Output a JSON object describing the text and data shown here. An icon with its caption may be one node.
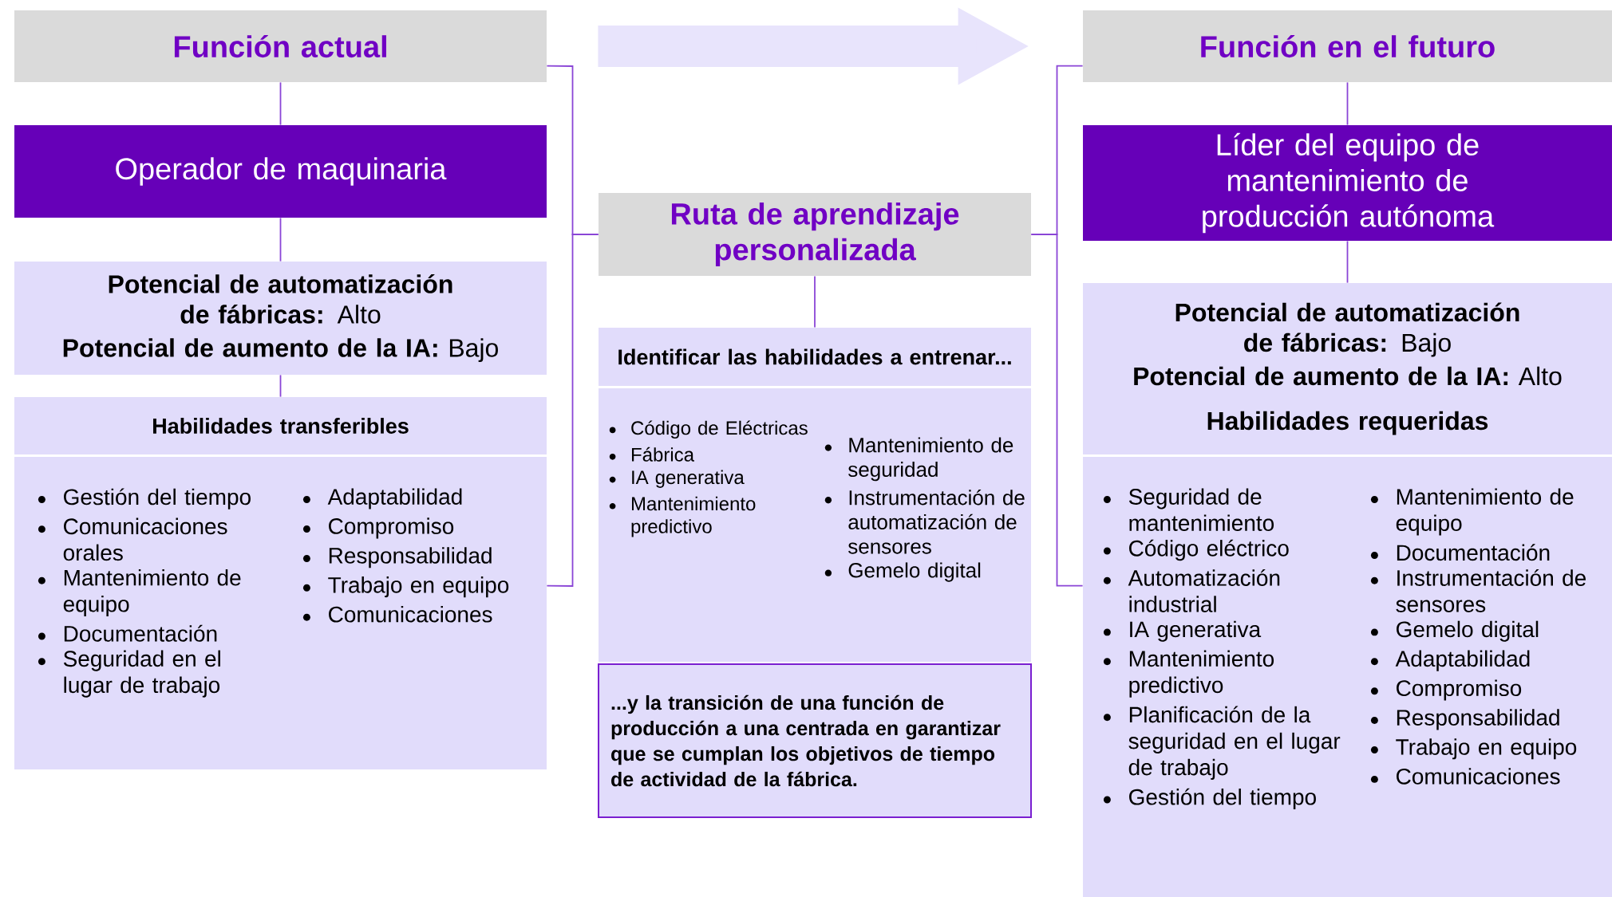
{
  "diagram": {
    "nodes": [
      {
        "text": [
          "Función actual"
        ]
      },
      {
        "text": [
          "Operador de maquinaria"
        ]
      },
      {
        "text": [
          "**Potencial de automatización de fábricas:** Alto",
          "**Potencial de aumento de la IA:** Bajo"
        ]
      },
      {
        "text": [
          "Habilidades transferibles"
        ]
      },
      {
        "text": [
          "Gestión del tiempo",
          "Comunicaciones orales",
          "Mantenimiento de equipo",
          "Documentación",
          "Seguridad en el lugar de trabajo",
          "Adaptabilidad",
          "Compromiso",
          "Responsabilidad",
          "Trabajo en equipo",
          "Comunicaciones"
        ]
      },
      {
        "text": [
          "Ruta de aprendizaje personalizada"
        ]
      },
      {
        "text": [
          "Identificar las habilidades a entrenar..."
        ]
      },
      {
        "text": [
          "Código de Eléctricas",
          "Fábrica",
          "IA generativa",
          "Mantenimiento predictivo",
          "Mantenimiento de seguridad",
          "Instrumentación de automatización de sensores",
          "Gemelo digital"
        ]
      },
      {
        "text": [
          "...y la transición de una función de producción a una centrada en garantizar que se cumplan los objetivos de tiempo de actividad de la fábrica."
        ]
      },
      {
        "text": [
          "Función en el futuro"
        ]
      },
      {
        "text": [
          "Líder del equipo de mantenimiento de producción autónoma"
        ]
      },
      {
        "text": [
          "**Potencial de automatización de fábricas:** Bajo",
          "**Potencial de aumento de la IA:** Alto",
          "Habilidades requeridas"
        ]
      },
      {
        "text": [
          "Seguridad de mantenimiento",
          "Código eléctrico",
          "Automatización industrial",
          "IA generativa",
          "Mantenimiento predictivo",
          "Planificación de la seguridad en el lugar de trabajo",
          "Gestión del tiempo",
          "Mantenimiento de equipo",
          "Documentación",
          "Instrumentación de sensores",
          "Gemelo digital",
          "Adaptabilidad",
          "Compromiso",
          "Responsabilidad",
          "Trabajo en equipo",
          "Comunicaciones"
        ]
      }
    ],
    "edges": [
      {
        "from": 0,
        "to": 1,
        "arrow": "none"
      },
      {
        "from": 1,
        "to": 2,
        "arrow": "none"
      },
      {
        "from": 2,
        "to": 3,
        "arrow": "none"
      },
      {
        "from": 5,
        "to": 6,
        "arrow": "none"
      },
      {
        "from": 9,
        "to": 10,
        "arrow": "none"
      },
      {
        "from": 10,
        "to": 11,
        "arrow": "none"
      },
      {
        "from": 0,
        "to": 5,
        "arrow": "none"
      },
      {
        "from": 4,
        "to": 5,
        "arrow": "none"
      },
      {
        "from": 5,
        "to": 9,
        "arrow": "none"
      },
      {
        "from": 5,
        "to": 12,
        "arrow": "none"
      },
      {
        "from": 0,
        "to": 9,
        "arrow": "to",
        "style": "thick",
        "color": "#e8e4fc"
      }
    ]
  }
}
